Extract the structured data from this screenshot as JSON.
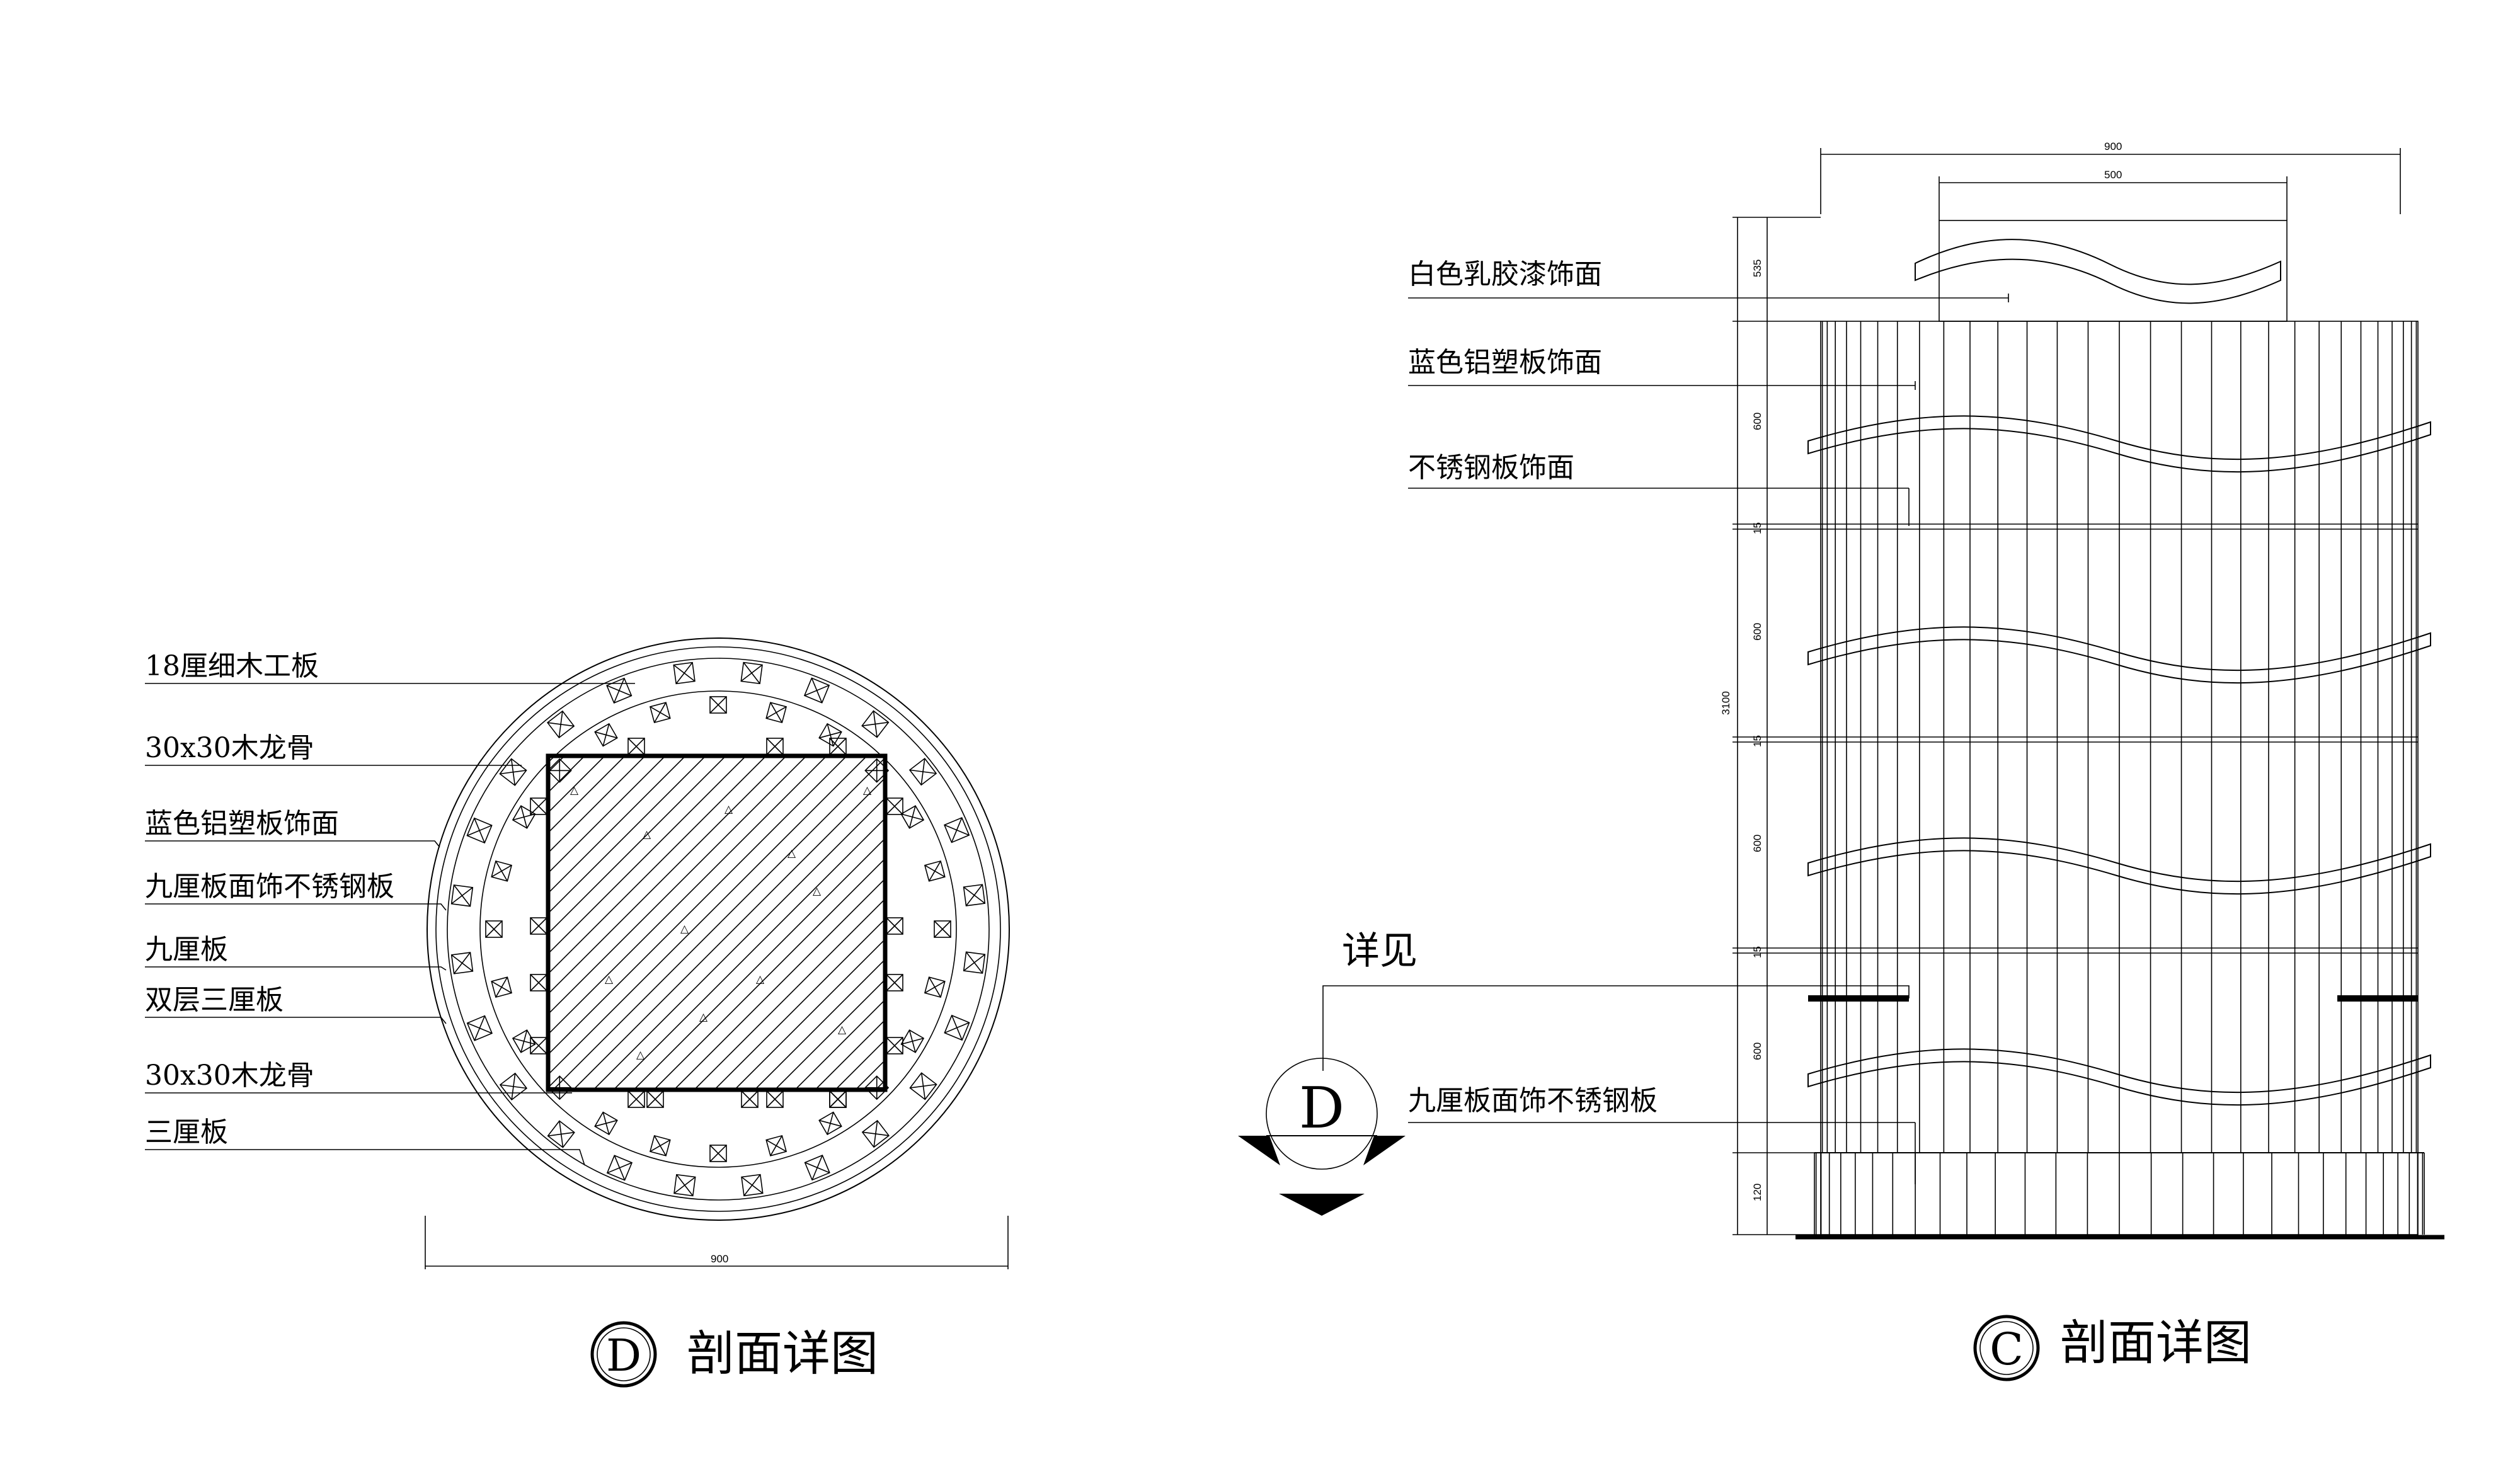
{
  "left_detail": {
    "labels": [
      "18厘细木工板",
      "30x30木龙骨",
      "蓝色铝塑板饰面",
      "九厘板面饰不锈钢板",
      "九厘板",
      "双层三厘板",
      "30x30木龙骨",
      "三厘板"
    ],
    "dim_width": "900",
    "title_symbol": "D",
    "title": "剖面详图"
  },
  "right_detail": {
    "labels": [
      "白色乳胶漆饰面",
      "蓝色铝塑板饰面",
      "不锈钢板饰面"
    ],
    "detail_ref_text": "详见",
    "detail_ref_symbol": "D",
    "bottom_label": "九厘板面饰不锈钢板",
    "dim_top_outer": "900",
    "dim_top_inner": "500",
    "dim_total_height": "3100",
    "dim_segments": [
      "535",
      "600",
      "15",
      "600",
      "15",
      "600",
      "15",
      "600",
      "120"
    ],
    "title_symbol": "C",
    "title": "剖面详图"
  }
}
